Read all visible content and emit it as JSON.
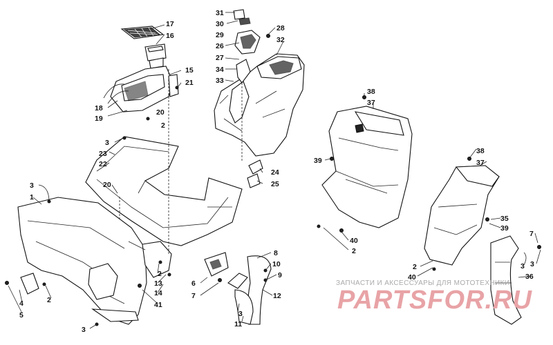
{
  "diagram": {
    "callouts": [
      {
        "id": "c17a",
        "text": "17"
      },
      {
        "id": "c16a",
        "text": "16"
      },
      {
        "id": "c15",
        "text": "15"
      },
      {
        "id": "c21",
        "text": "21"
      },
      {
        "id": "c18",
        "text": "18"
      },
      {
        "id": "c19",
        "text": "19"
      },
      {
        "id": "c20a",
        "text": "20"
      },
      {
        "id": "c2a",
        "text": "2"
      },
      {
        "id": "c31",
        "text": "31"
      },
      {
        "id": "c30",
        "text": "30"
      },
      {
        "id": "c29",
        "text": "29"
      },
      {
        "id": "c28",
        "text": "28"
      },
      {
        "id": "c26",
        "text": "26"
      },
      {
        "id": "c32",
        "text": "32"
      },
      {
        "id": "c27",
        "text": "27"
      },
      {
        "id": "c34",
        "text": "34"
      },
      {
        "id": "c33",
        "text": "33"
      },
      {
        "id": "c38a",
        "text": "38"
      },
      {
        "id": "c37a",
        "text": "37"
      },
      {
        "id": "c39a",
        "text": "39"
      },
      {
        "id": "c3a",
        "text": "3"
      },
      {
        "id": "c23",
        "text": "23"
      },
      {
        "id": "c22",
        "text": "22"
      },
      {
        "id": "c24",
        "text": "24"
      },
      {
        "id": "c25",
        "text": "25"
      },
      {
        "id": "c38b",
        "text": "38"
      },
      {
        "id": "c37b",
        "text": "37"
      },
      {
        "id": "c3b",
        "text": "3"
      },
      {
        "id": "c1",
        "text": "1"
      },
      {
        "id": "c20b",
        "text": "20"
      },
      {
        "id": "c40a",
        "text": "40"
      },
      {
        "id": "c2b",
        "text": "2"
      },
      {
        "id": "c35",
        "text": "35"
      },
      {
        "id": "c39b",
        "text": "39"
      },
      {
        "id": "c7a",
        "text": "7"
      },
      {
        "id": "c3c",
        "text": "3"
      },
      {
        "id": "c8",
        "text": "8"
      },
      {
        "id": "c10",
        "text": "10"
      },
      {
        "id": "c9",
        "text": "9"
      },
      {
        "id": "c2c",
        "text": "2"
      },
      {
        "id": "c40b",
        "text": "40"
      },
      {
        "id": "c3d",
        "text": "3"
      },
      {
        "id": "c36",
        "text": "36"
      },
      {
        "id": "c2d",
        "text": "2"
      },
      {
        "id": "c13",
        "text": "13"
      },
      {
        "id": "c14",
        "text": "14"
      },
      {
        "id": "c41",
        "text": "41"
      },
      {
        "id": "c6",
        "text": "6"
      },
      {
        "id": "c7b",
        "text": "7"
      },
      {
        "id": "c12",
        "text": "12"
      },
      {
        "id": "c3e",
        "text": "3"
      },
      {
        "id": "c11",
        "text": "11"
      },
      {
        "id": "c4",
        "text": "4"
      },
      {
        "id": "c5",
        "text": "5"
      },
      {
        "id": "c2e",
        "text": "2"
      },
      {
        "id": "c3f",
        "text": "3"
      }
    ]
  },
  "watermark": {
    "tagline": "ЗАПЧАСТИ И АКСЕССУАРЫ ДЛЯ МОТОТЕХНИКИ",
    "logo": "PARTSFOR.RU"
  }
}
